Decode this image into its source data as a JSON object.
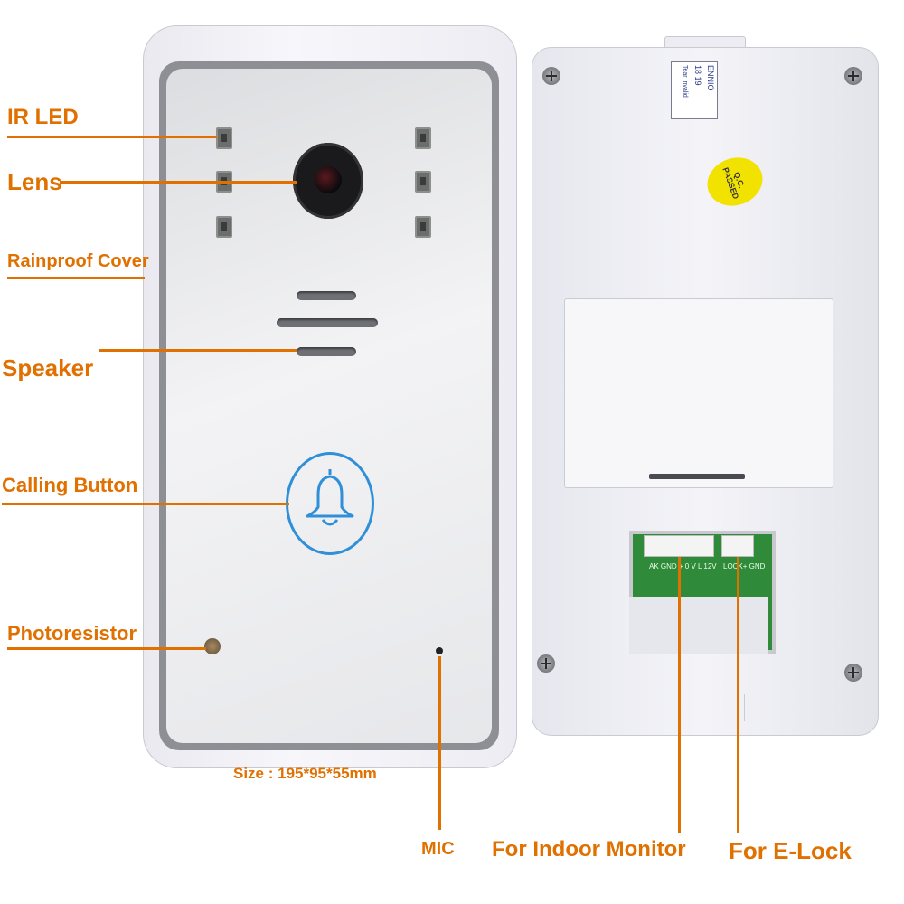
{
  "labels": {
    "ir_led": "IR LED",
    "lens": "Lens",
    "rainproof_cover": "Rainproof Cover",
    "speaker": "Speaker",
    "calling_button": "Calling Button",
    "photoresistor": "Photoresistor",
    "size": "Size : 195*95*55mm",
    "mic": "MIC",
    "for_indoor_monitor": "For Indoor Monitor",
    "for_e_lock": "For E-Lock"
  },
  "qc_sticker": "Q.C. PASSED",
  "warranty_sticker": "ENNIO",
  "warranty_numbers": "18 19",
  "warranty_note": "Tear Invalid",
  "terminal_labels": {
    "main": "AK GND + 0 V L 12V",
    "lock": "LOCK+ GND"
  },
  "colors": {
    "label_orange": "#e07000",
    "bell_blue": "#2f8fd8",
    "qc_yellow": "#f2e200"
  }
}
